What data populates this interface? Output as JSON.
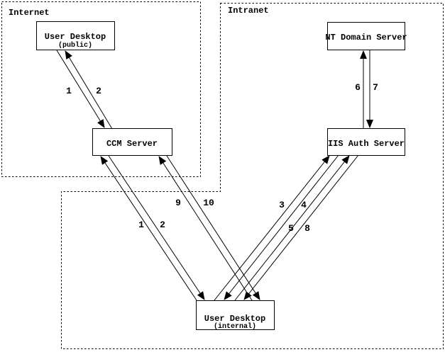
{
  "zones": {
    "internet": {
      "label": "Internet"
    },
    "intranet": {
      "label": "Intranet"
    }
  },
  "nodes": {
    "user_desktop_public": {
      "label": "User Desktop",
      "sublabel": "(public)"
    },
    "ccm_server": {
      "label": "CCM Server"
    },
    "nt_domain_server": {
      "label": "NT Domain Server"
    },
    "iis_auth_server": {
      "label": "IIS Auth Server"
    },
    "user_desktop_internal": {
      "label": "User Desktop",
      "sublabel": "(internal)"
    }
  },
  "edges": [
    {
      "label": "1",
      "from": "user_desktop_public",
      "to": "ccm_server"
    },
    {
      "label": "2",
      "from": "ccm_server",
      "to": "user_desktop_public"
    },
    {
      "label": "1",
      "from": "user_desktop_internal",
      "to": "ccm_server"
    },
    {
      "label": "2",
      "from": "ccm_server",
      "to": "user_desktop_internal"
    },
    {
      "label": "9",
      "from": "user_desktop_internal",
      "to": "ccm_server"
    },
    {
      "label": "10",
      "from": "ccm_server",
      "to": "user_desktop_internal"
    },
    {
      "label": "3",
      "from": "user_desktop_internal",
      "to": "iis_auth_server"
    },
    {
      "label": "4",
      "from": "iis_auth_server",
      "to": "user_desktop_internal"
    },
    {
      "label": "5",
      "from": "user_desktop_internal",
      "to": "iis_auth_server"
    },
    {
      "label": "8",
      "from": "iis_auth_server",
      "to": "user_desktop_internal"
    },
    {
      "label": "6",
      "from": "iis_auth_server",
      "to": "nt_domain_server"
    },
    {
      "label": "7",
      "from": "nt_domain_server",
      "to": "iis_auth_server"
    }
  ],
  "colors": {
    "line": "#000000",
    "background": "#ffffff"
  }
}
